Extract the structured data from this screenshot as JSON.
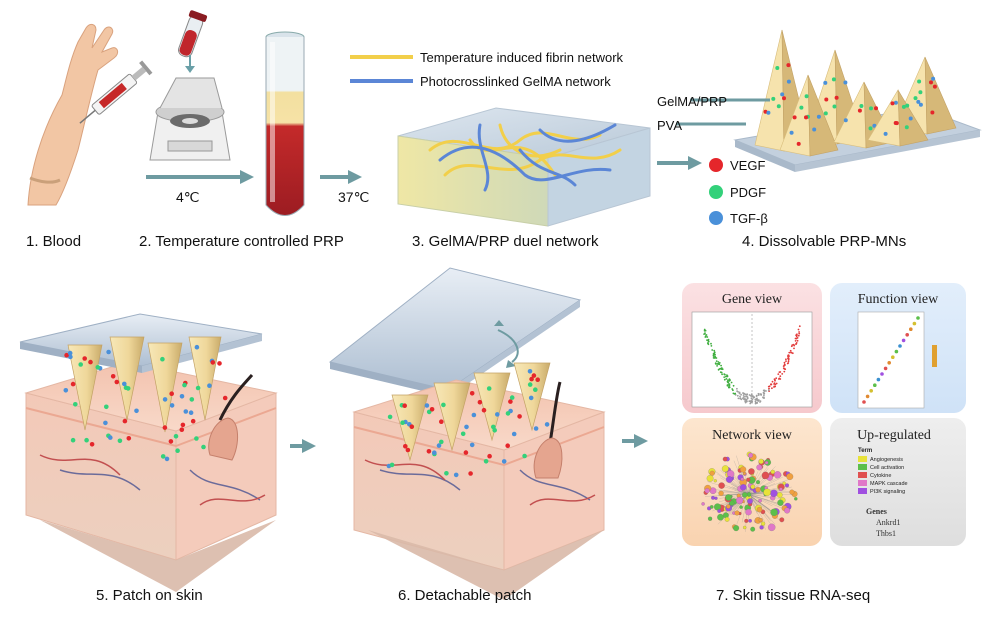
{
  "steps": {
    "s1": "1. Blood",
    "s2": "2. Temperature controlled PRP",
    "s3": "3. GelMA/PRP duel network",
    "s4": "4. Dissolvable PRP-MNs",
    "s5": "5. Patch on skin",
    "s6": "6. Detachable patch",
    "s7": "7. Skin tissue RNA-seq"
  },
  "temps": {
    "cold": "4℃",
    "warm": "37℃"
  },
  "network_legend": {
    "fibrin": "Temperature induced fibrin network",
    "gelma": "Photocrosslinked GelMA network",
    "fibrin_color": "#f2cf4a",
    "gelma_color": "#5b86d6"
  },
  "mn_labels": {
    "gelma_prp": "GelMA/PRP",
    "pva": "PVA"
  },
  "growth_factors": [
    {
      "label": "VEGF",
      "color": "#e5262b"
    },
    {
      "label": "PDGF",
      "color": "#33d17a"
    },
    {
      "label": "TGF-β",
      "color": "#4a90d9"
    }
  ],
  "rnaseq": {
    "gene_view": "Gene view",
    "function_view": "Function view",
    "network_view": "Network view",
    "upregulated": {
      "title": "Up-regulated",
      "term_header": "Term",
      "terms": [
        {
          "label": "Angiogenesis",
          "color": "#e8e23a"
        },
        {
          "label": "Cell activation",
          "color": "#5cbf4a"
        },
        {
          "label": "Cytokine",
          "color": "#e05050"
        },
        {
          "label": "MAPK cascade",
          "color": "#e078c8"
        },
        {
          "label": "PI3K signaling",
          "color": "#a050e0"
        }
      ],
      "genes_header": "Genes",
      "genes": [
        "Ankrd1",
        "Thbs1"
      ]
    }
  }
}
